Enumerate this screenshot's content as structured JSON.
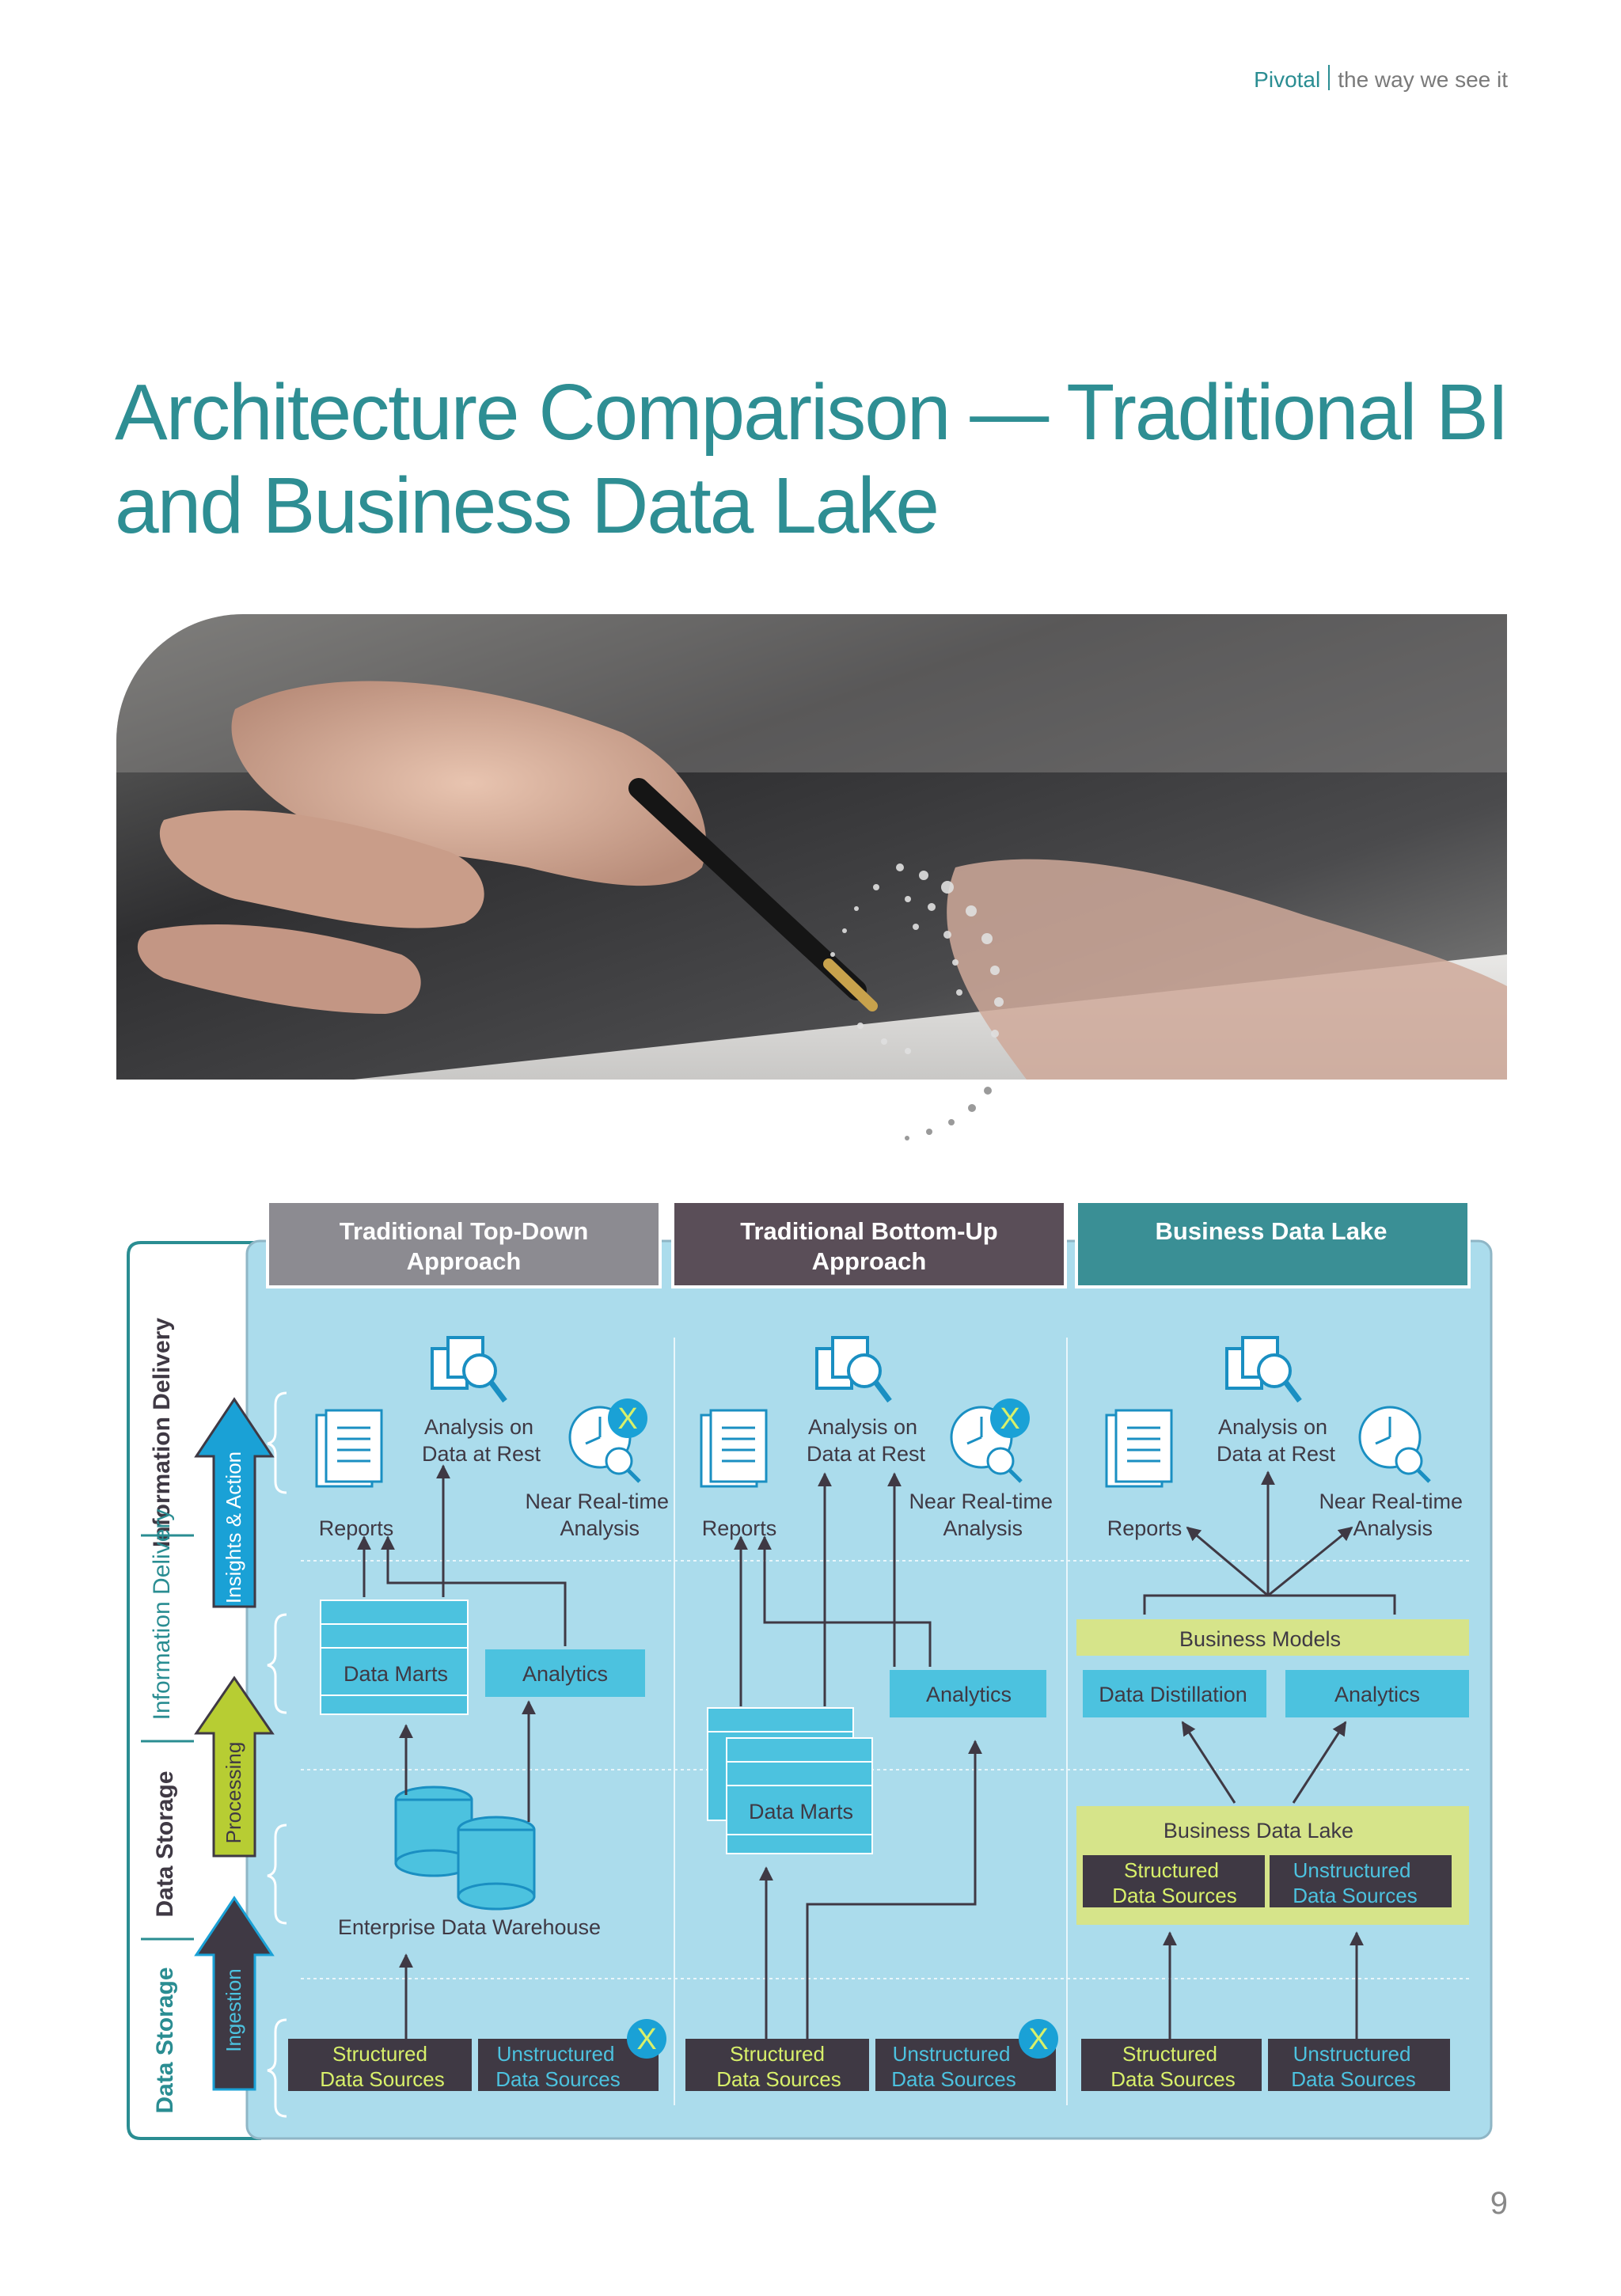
{
  "header": {
    "brand": "Pivotal",
    "tagline": "the way we see it"
  },
  "page_title": "Architecture Comparison — Traditional BI and Business Data Lake",
  "page_number": "9",
  "colors": {
    "teal": "#2a8d92",
    "panel": "#abdcec",
    "block": "#4cc2df",
    "yellow": "#d6e48a",
    "dark": "#3f3944",
    "gray": "#8c8b91"
  },
  "side_labels": {
    "information_delivery": "Information Delivery",
    "information_delivery_2": "Information Delivery",
    "data_storage": "Data Storage",
    "data_storage_2": "Data Storage",
    "insights_action": "Insights & Action",
    "processing": "Processing",
    "ingestion": "Ingestion"
  },
  "columns": [
    {
      "heading": "Traditional Top-Down Approach"
    },
    {
      "heading": "Traditional Bottom-Up Approach"
    },
    {
      "heading": "Business Data Lake"
    }
  ],
  "labels": {
    "analysis_on_data_at_rest": "Analysis on Data at Rest",
    "near_real_time_analysis": "Near Real-time Analysis",
    "reports": "Reports",
    "data_marts": "Data Marts",
    "analytics": "Analytics",
    "enterprise_data_warehouse": "Enterprise Data Warehouse",
    "structured_data_sources": "Structured Data Sources",
    "unstructured_data_sources": "Unstructured Data Sources",
    "business_models": "Business Models",
    "data_distillation": "Data Distillation",
    "business_data_lake": "Business Data Lake",
    "x_mark": "X"
  }
}
